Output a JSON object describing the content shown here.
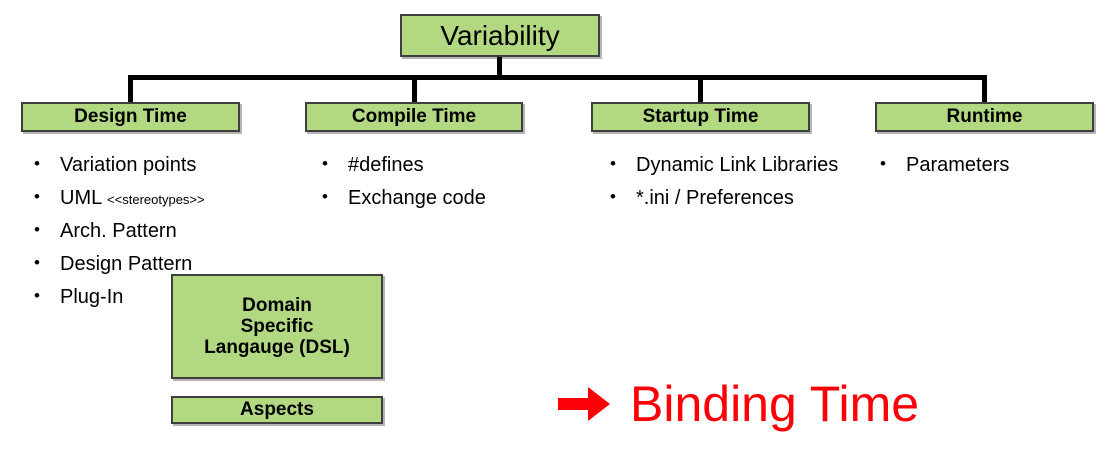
{
  "diagram": {
    "root": {
      "label": "Variability"
    },
    "tiers": [
      {
        "label": "Design Time"
      },
      {
        "label": "Compile Time"
      },
      {
        "label": "Startup Time"
      },
      {
        "label": "Runtime"
      }
    ],
    "lists": {
      "design_time": {
        "bullet_glyph": "•",
        "items": [
          {
            "text": "Variation points",
            "suffix": ""
          },
          {
            "text": "UML ",
            "suffix": "<<stereotypes>>"
          },
          {
            "text": "Arch. Pattern",
            "suffix": ""
          },
          {
            "text": "Design Pattern",
            "suffix": ""
          },
          {
            "text": "Plug-In",
            "suffix": ""
          }
        ]
      },
      "compile_time": {
        "bullet_glyph": "•",
        "items": [
          {
            "text": "#defines"
          },
          {
            "text": "Exchange code"
          }
        ]
      },
      "startup_time": {
        "bullet_glyph": "•",
        "items": [
          {
            "text": "Dynamic Link Libraries"
          },
          {
            "text": "*.ini / Preferences"
          }
        ]
      },
      "runtime": {
        "bullet_glyph": "•",
        "items": [
          {
            "text": "Parameters"
          }
        ]
      }
    },
    "extra_boxes": {
      "dsl": {
        "line1": "Domain",
        "line2": "Specific",
        "line3": "Langauge (DSL)"
      },
      "aspects": {
        "label": "Aspects"
      }
    },
    "callout": {
      "arrow_icon": "right-arrow-icon",
      "label": "Binding Time"
    },
    "colors": {
      "box_fill": "#b2d982",
      "box_border": "#3f3f3f",
      "callout_red": "#fb0007",
      "line_black": "#000000",
      "background": "#ffffff"
    }
  }
}
